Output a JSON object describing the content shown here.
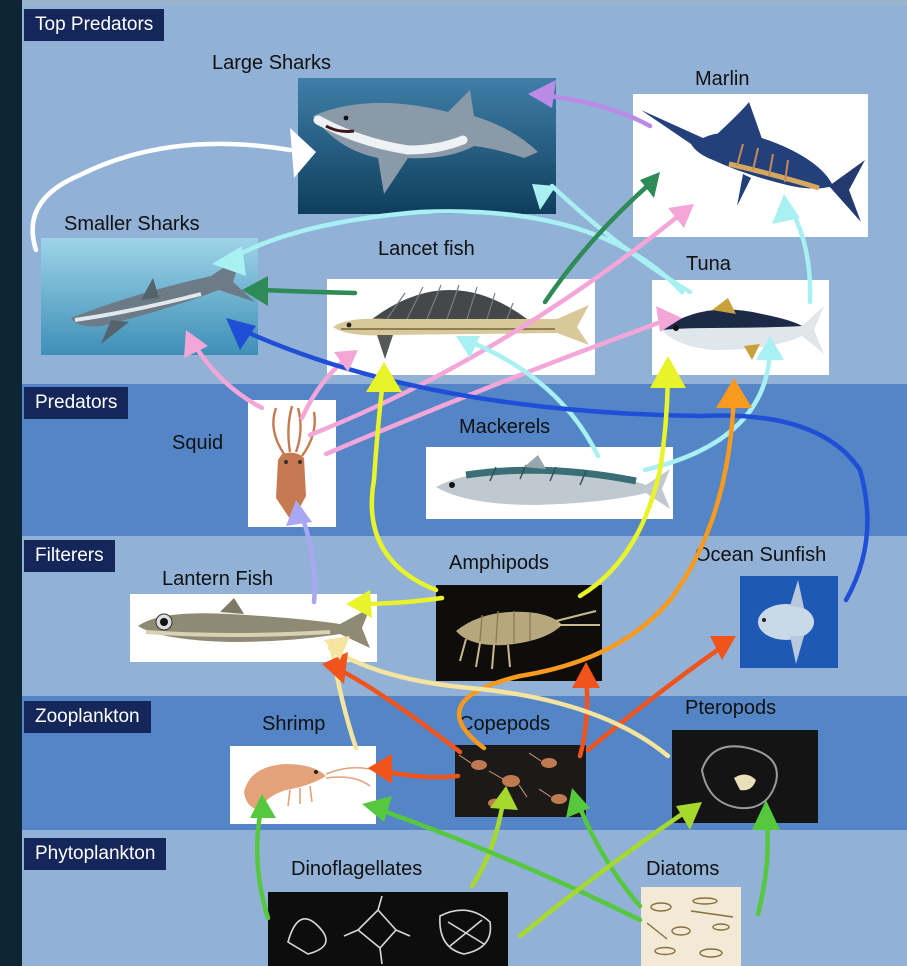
{
  "tiers": {
    "top_predators": "Top Predators",
    "predators": "Predators",
    "filterers": "Filterers",
    "zooplankton": "Zooplankton",
    "phytoplankton": "Phytoplankton"
  },
  "organisms": {
    "large_sharks": "Large Sharks",
    "marlin": "Marlin",
    "smaller_sharks": "Smaller Sharks",
    "lancet_fish": "Lancet fish",
    "tuna": "Tuna",
    "squid": "Squid",
    "mackerels": "Mackerels",
    "lantern_fish": "Lantern Fish",
    "amphipods": "Amphipods",
    "ocean_sunfish": "Ocean Sunfish",
    "shrimp": "Shrimp",
    "copepods": "Copepods",
    "pteropods": "Pteropods",
    "dinoflagellates": "Dinoflagellates",
    "diatoms": "Diatoms"
  },
  "arrow_colors": {
    "white": "#ffffff",
    "violet": "#b98ae6",
    "light_cyan": "#a8f0f2",
    "dark_green": "#2e8b57",
    "pink": "#f4a6d9",
    "blue": "#1f4fd6",
    "yellow": "#e8f32a",
    "orange": "#f79a1e",
    "red_orange": "#f0541c",
    "pale_yellow": "#f5e3a0",
    "lavender": "#a9a6f2",
    "bright_green": "#55c83e",
    "yellow_green": "#a6d92c"
  }
}
